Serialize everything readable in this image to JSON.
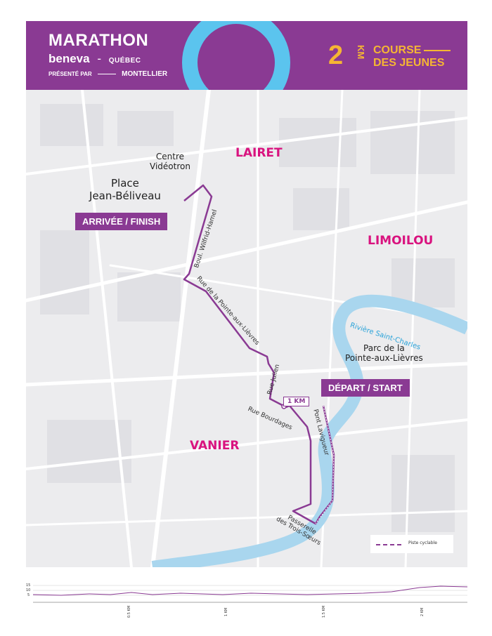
{
  "header": {
    "title": "MARATHON",
    "brand": "beneva",
    "separator": "-",
    "city": "QUÉBEC",
    "presented_by": "PRÉSENTÉ PAR",
    "sponsor": "MONTELLIER",
    "distance": "2",
    "distance_unit": "KM",
    "course_line1": "COURSE",
    "course_line2": "DES JEUNES",
    "colors": {
      "purple": "#8a3a93",
      "yellow": "#f5b633",
      "blue": "#5bc4ee"
    }
  },
  "map": {
    "districts": [
      "LAIRET",
      "LIMOILOU",
      "VANIER"
    ],
    "places": {
      "centre_line1": "Centre",
      "centre_line2": "Vidéotron",
      "place_line1": "Place",
      "place_line2": "Jean-Béliveau",
      "parc_line1": "Parc de la",
      "parc_line2": "Pointe-aux-Lièvres",
      "river": "Rivière Saint-Charles"
    },
    "streets": {
      "hamel": "Boul. Wilfrid-Hamel",
      "pointe": "Rue de la Pointe-aux-Lièvres",
      "julien": "Rue Julien",
      "bourdages": "Rue Bourdages",
      "pont": "Pont Lavigueur",
      "passerelle_line1": "Passerelle",
      "passerelle_line2": "des Trois-Sœurs"
    },
    "finish_label": "ARRIVÉE / FINISH",
    "start_label": "DÉPART / START",
    "km_marker": "1 KM",
    "legend_label": "Piste cyclable",
    "colors": {
      "route": "#8a3a93",
      "district": "#d9137f",
      "river": "#a9d6ee"
    }
  },
  "elevation": {
    "yticks": [
      "15",
      "10",
      "5"
    ],
    "xticks": [
      "0.5 KM",
      "1 KM",
      "1.5 KM",
      "2 KM"
    ],
    "profile_color": "#8a3a93"
  }
}
